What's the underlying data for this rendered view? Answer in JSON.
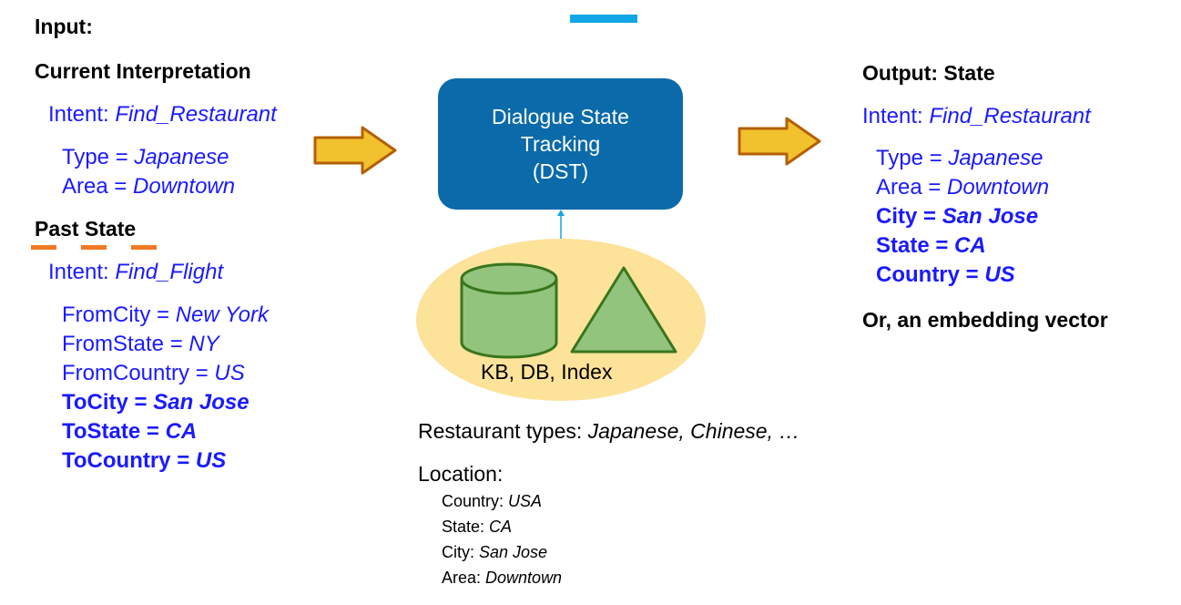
{
  "input_label": "Input:",
  "current_interpretation": {
    "header": "Current Interpretation",
    "intent_key": "Intent: ",
    "intent_value": "Find_Restaurant",
    "slots": [
      {
        "key": "Type = ",
        "value": "Japanese"
      },
      {
        "key": "Area = ",
        "value": "Downtown"
      }
    ]
  },
  "past_state": {
    "header": "Past State",
    "intent_key": "Intent: ",
    "intent_value": "Find_Flight",
    "slots": [
      {
        "key": "FromCity = ",
        "value": "New York",
        "bold": false
      },
      {
        "key": "FromState = ",
        "value": "NY",
        "bold": false
      },
      {
        "key": "FromCountry = ",
        "value": "US",
        "bold": false
      },
      {
        "key": "ToCity = ",
        "value": "San Jose",
        "bold": true
      },
      {
        "key": "ToState = ",
        "value": "CA",
        "bold": true
      },
      {
        "key": "ToCountry = ",
        "value": "US",
        "bold": true
      }
    ]
  },
  "dst": {
    "line1": "Dialogue State",
    "line2": "Tracking",
    "line3": "(DST)"
  },
  "kb_label": "KB, DB, Index",
  "output": {
    "header": "Output: State",
    "intent_key": "Intent: ",
    "intent_value": "Find_Restaurant",
    "slots": [
      {
        "key": "Type = ",
        "value": "Japanese",
        "bold": false
      },
      {
        "key": "Area = ",
        "value": "Downtown",
        "bold": false
      },
      {
        "key": "City = ",
        "value": "San Jose",
        "bold": true
      },
      {
        "key": "State = ",
        "value": "CA",
        "bold": true
      },
      {
        "key": "Country = ",
        "value": "US",
        "bold": true
      }
    ],
    "alt": "Or, an embedding vector"
  },
  "restaurant_types": {
    "key": "Restaurant types: ",
    "value": "Japanese, Chinese, …"
  },
  "location": {
    "header": "Location:",
    "items": [
      {
        "key": "Country: ",
        "value": "USA"
      },
      {
        "key": "State: ",
        "value": "CA"
      },
      {
        "key": "City: ",
        "value": "San Jose"
      },
      {
        "key": "Area: ",
        "value": "Downtown"
      }
    ]
  },
  "colors": {
    "slot_text": "#1a1aff",
    "dst_box": "#0a6aaa",
    "kb_ellipse": "#fde29a",
    "shape_fill": "#93c47d",
    "shape_stroke": "#38761d",
    "arrow_fill": "#f2c12e",
    "arrow_stroke": "#b45f06",
    "top_bar": "#12a6e6",
    "dash": "#f07a22"
  }
}
